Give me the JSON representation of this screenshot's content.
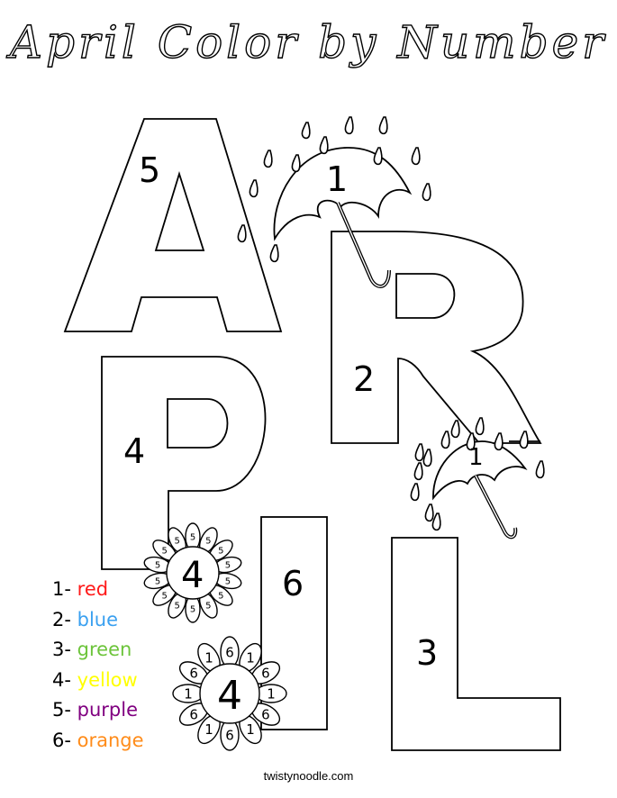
{
  "title": "April Color by Number",
  "letters": [
    {
      "letter": "A",
      "number": "5"
    },
    {
      "letter": "R",
      "number": "2"
    },
    {
      "letter": "P",
      "number": "4"
    },
    {
      "letter": "I",
      "number": "6"
    },
    {
      "letter": "L",
      "number": "3"
    }
  ],
  "umbrellas": [
    {
      "name": "large-umbrella",
      "number": "1"
    },
    {
      "name": "small-umbrella",
      "number": "1"
    }
  ],
  "flowers": [
    {
      "name": "flower-top",
      "center_number": "4",
      "petal_numbers": [
        "5",
        "5",
        "5",
        "5",
        "5",
        "5",
        "5",
        "5",
        "5",
        "5",
        "5",
        "5",
        "5",
        "5"
      ]
    },
    {
      "name": "flower-bottom",
      "center_number": "4",
      "petal_numbers": [
        "6",
        "1",
        "6",
        "1",
        "6",
        "1",
        "6",
        "1",
        "6",
        "1",
        "6",
        "1"
      ]
    }
  ],
  "legend": [
    {
      "number": "1-",
      "color_name": "red",
      "color": "#ff1a1a"
    },
    {
      "number": "2-",
      "color_name": "blue",
      "color": "#3aa0f0"
    },
    {
      "number": "3-",
      "color_name": "green",
      "color": "#6cc43a"
    },
    {
      "number": "4-",
      "color_name": "yellow",
      "color": "#ffff00"
    },
    {
      "number": "5-",
      "color_name": "purple",
      "color": "#800080"
    },
    {
      "number": "6-",
      "color_name": "orange",
      "color": "#ff8c1a"
    }
  ],
  "footer": "twistynoodle.com"
}
